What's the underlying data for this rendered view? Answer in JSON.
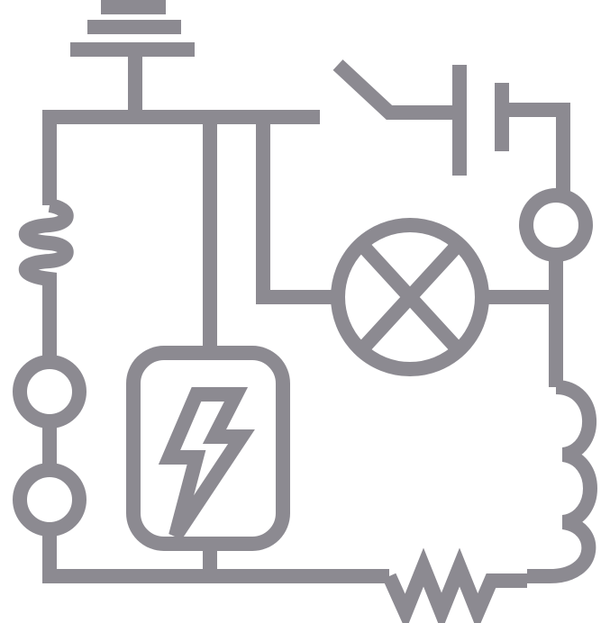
{
  "diagram": {
    "type": "electrical-circuit-icon",
    "stroke_color": "#8c8a91",
    "background": "#ffffff",
    "components": [
      "ground",
      "resistor",
      "lamp",
      "indicator",
      "generator",
      "switch",
      "capacitor",
      "inductor-coil"
    ]
  }
}
